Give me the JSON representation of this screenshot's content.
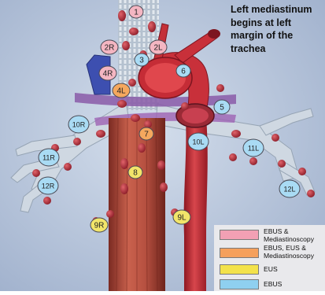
{
  "annotation": {
    "lines": [
      "Left mediastinum",
      "begins at left",
      "margin of the",
      "trachea"
    ]
  },
  "stations": [
    {
      "label": "1",
      "category": "pink"
    },
    {
      "label": "2R",
      "category": "pink"
    },
    {
      "label": "2L",
      "category": "pink"
    },
    {
      "label": "3",
      "category": "blue"
    },
    {
      "label": "4R",
      "category": "pink"
    },
    {
      "label": "4L",
      "category": "orange"
    },
    {
      "label": "5",
      "category": "blue"
    },
    {
      "label": "6",
      "category": "blue"
    },
    {
      "label": "7",
      "category": "orange"
    },
    {
      "label": "8",
      "category": "yellow"
    },
    {
      "label": "9R",
      "category": "yellow"
    },
    {
      "label": "9L",
      "category": "yellow"
    },
    {
      "label": "10R",
      "category": "blue"
    },
    {
      "label": "10L",
      "category": "blue"
    },
    {
      "label": "11R",
      "category": "blue"
    },
    {
      "label": "11L",
      "category": "blue"
    },
    {
      "label": "12R",
      "category": "blue"
    },
    {
      "label": "12L",
      "category": "blue"
    }
  ],
  "legend": [
    {
      "lines": [
        "EBUS &",
        "Mediastinoscopy"
      ],
      "color": "#f2a0b4"
    },
    {
      "lines": [
        "EBUS, EUS &",
        "Mediastinoscopy"
      ],
      "color": "#f5a05c"
    },
    {
      "lines": [
        "EUS"
      ],
      "color": "#f3e24a"
    },
    {
      "lines": [
        "EBUS"
      ],
      "color": "#8fd0f0"
    }
  ],
  "colors": {
    "pink": "#f4b6c2",
    "orange": "#f5a85e",
    "yellow": "#f2e56a",
    "blue": "#a9dbf4",
    "background": "#b8c6dc",
    "artery": "#c8303a",
    "airway": "#d7dfe6",
    "esophagus": "#b04a3c"
  }
}
